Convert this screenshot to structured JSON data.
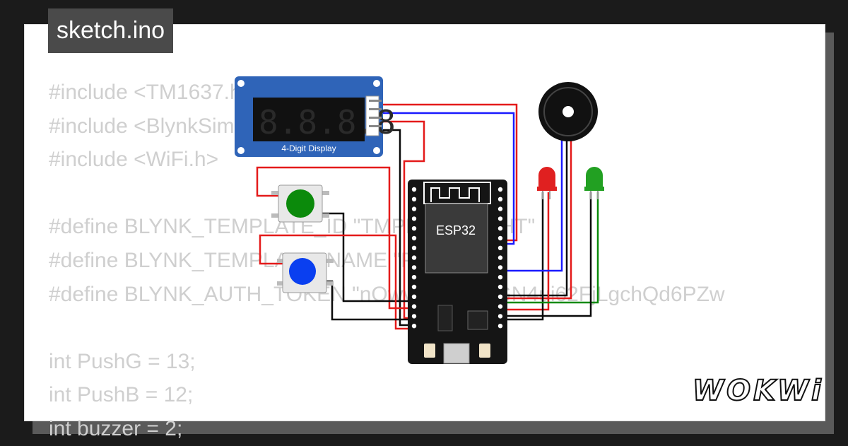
{
  "project": {
    "file_name": "sketch.ino",
    "brand": "WOKWi"
  },
  "code_lines": [
    "#include <TM1637.h>",
    "#include <BlynkSimpleEsp32.h>",
    "#include <WiFi.h>",
    "",
    "#define BLYNK_TEMPLATE_ID \"TMPL6vQWeeHT\"",
    "#define BLYNK_TEMPLATE_NAME \"Project 5\"",
    "#define BLYNK_AUTH_TOKEN \"nOwvbVtGOGGN4ui62FjLgchQd6PZw",
    "",
    "int PushG = 13;",
    "int PushB = 12;",
    "int buzzer = 2;"
  ],
  "components": {
    "display": {
      "label": "4-Digit Display",
      "digits": "8.8.8.8"
    },
    "mcu": {
      "label": "ESP32"
    },
    "button_green": {
      "color": "#0b8a0b"
    },
    "button_blue": {
      "color": "#0a3ff0"
    },
    "led_red": {
      "color": "#e02020"
    },
    "led_green": {
      "color": "#22a022"
    },
    "buzzer": {
      "color": "#111111"
    }
  },
  "colors": {
    "wire_red": "#e41a1a",
    "wire_black": "#0a0a0a",
    "wire_blue": "#1a1aff",
    "wire_green": "#0a8a0a",
    "display_body": "#2f64b8",
    "board_body": "#151515"
  }
}
